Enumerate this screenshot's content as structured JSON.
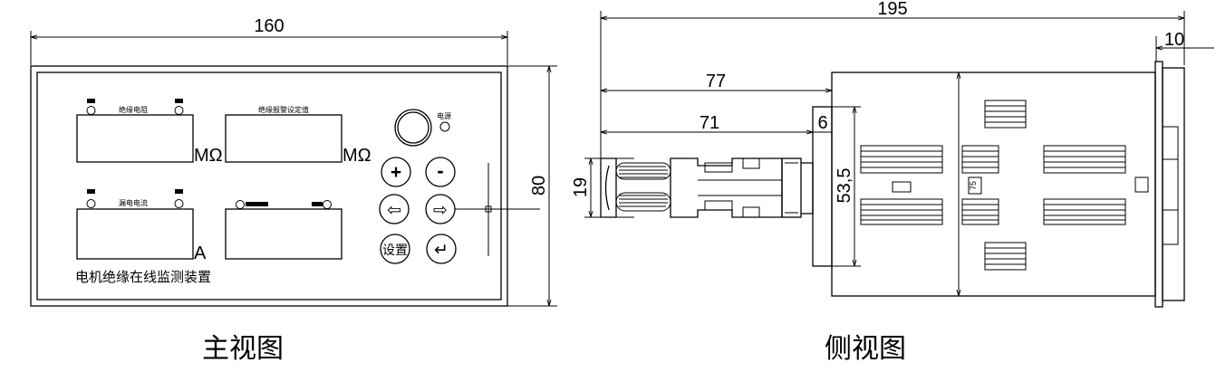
{
  "front_view": {
    "caption": "主视图",
    "dim_width": "160",
    "dim_height": "80",
    "display_1_label": "绝缘电阻",
    "display_1_unit": "MΩ",
    "display_2_label": "绝缘报警设定值",
    "display_2_unit": "MΩ",
    "display_3_label": "漏电电流",
    "display_3_unit": "A",
    "power_label": "电源",
    "btn_plus": "+",
    "btn_minus": "-",
    "btn_left": "⇦",
    "btn_right": "⇨",
    "btn_set": "设置",
    "btn_enter": "↵",
    "device_name": "电机绝缘在线监测装置"
  },
  "side_view": {
    "caption": "侧视图",
    "dim_total": "195",
    "dim_front": "10",
    "dim_77": "77",
    "dim_71": "71",
    "dim_6": "6",
    "dim_19": "19",
    "dim_53_5": "53,5",
    "dim_75": "75"
  }
}
